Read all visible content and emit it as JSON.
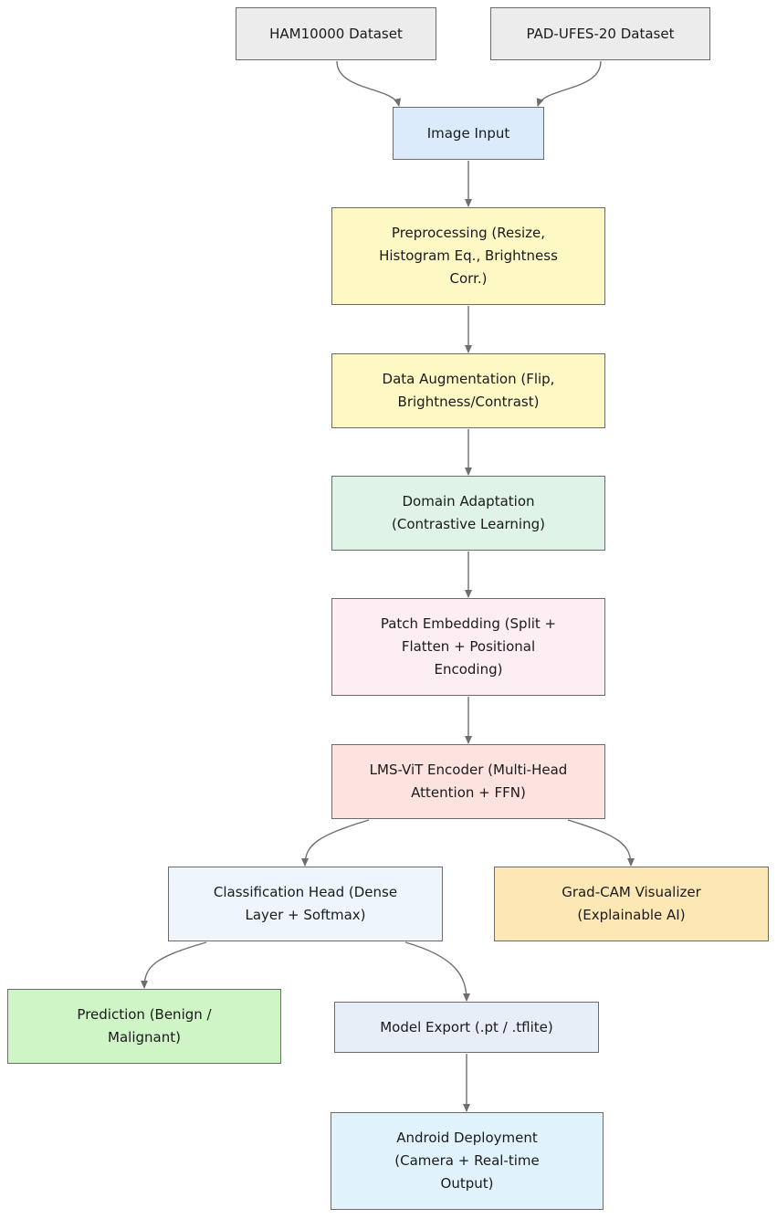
{
  "nodes": {
    "ham": {
      "label": "HAM10000 Dataset",
      "color": "#ececec"
    },
    "pad": {
      "label": "PAD-UFES-20 Dataset",
      "color": "#ececec"
    },
    "input": {
      "label": "Image Input",
      "color": "#dcebfb"
    },
    "pre": {
      "label": "Preprocessing (Resize, Histogram Eq., Brightness Corr.)",
      "color": "#fdf8c4"
    },
    "aug": {
      "label": "Data Augmentation (Flip, Brightness/Contrast)",
      "color": "#fdf8c4"
    },
    "dom": {
      "label": "Domain Adaptation (Contrastive Learning)",
      "color": "#dff3e6"
    },
    "patch": {
      "label": "Patch Embedding (Split + Flatten + Positional Encoding)",
      "color": "#fdeef4"
    },
    "enc": {
      "label": "LMS-ViT Encoder (Multi-Head Attention + FFN)",
      "color": "#fde3df"
    },
    "cls": {
      "label": "Classification Head (Dense Layer + Softmax)",
      "color": "#eef5fd"
    },
    "grad": {
      "label": "Grad-CAM Visualizer (Explainable AI)",
      "color": "#fde7b5"
    },
    "pred": {
      "label": "Prediction (Benign / Malignant)",
      "color": "#cff4c6"
    },
    "export": {
      "label": "Model Export (.pt / .tflite)",
      "color": "#e7eef8"
    },
    "android": {
      "label": "Android Deployment (Camera + Real-time Output)",
      "color": "#e0f3fc"
    }
  },
  "edges": [
    {
      "from": "ham",
      "to": "input"
    },
    {
      "from": "pad",
      "to": "input"
    },
    {
      "from": "input",
      "to": "pre"
    },
    {
      "from": "pre",
      "to": "aug"
    },
    {
      "from": "aug",
      "to": "dom"
    },
    {
      "from": "dom",
      "to": "patch"
    },
    {
      "from": "patch",
      "to": "enc"
    },
    {
      "from": "enc",
      "to": "cls"
    },
    {
      "from": "enc",
      "to": "grad"
    },
    {
      "from": "cls",
      "to": "pred"
    },
    {
      "from": "cls",
      "to": "export"
    },
    {
      "from": "export",
      "to": "android"
    }
  ],
  "style": {
    "edge_color": "#6e6e6e",
    "border_color": "#6b6b6b"
  }
}
